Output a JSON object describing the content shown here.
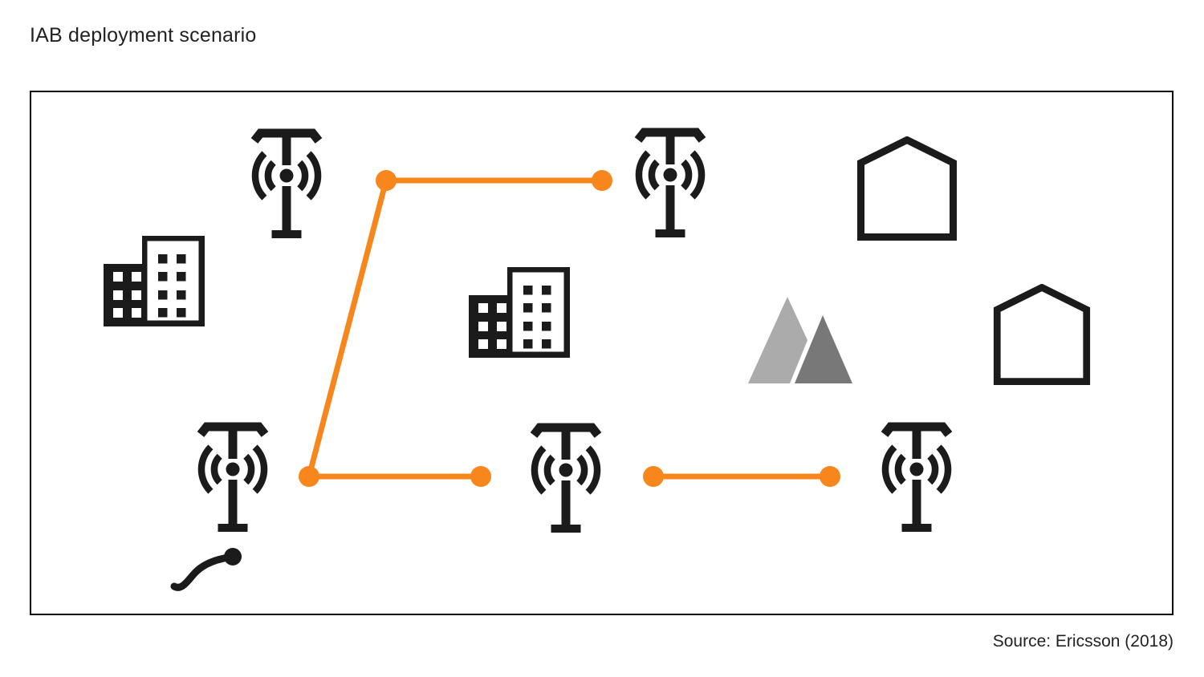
{
  "title": "IAB deployment scenario",
  "source": "Source: Ericsson (2018)",
  "colors": {
    "accent_orange": "#F7871D",
    "icon_black": "#1B1B1B",
    "mountain_light": "#ABABAB",
    "mountain_dark": "#787878",
    "panel_border": "#000000",
    "text": "#222222"
  },
  "icons": [
    {
      "name": "cell-tower-icon",
      "count": 5
    },
    {
      "name": "office-building-icon",
      "count": 2
    },
    {
      "name": "house-icon",
      "count": 2
    },
    {
      "name": "mountains-icon",
      "count": 1
    },
    {
      "name": "fiber-cable-icon",
      "count": 1
    },
    {
      "name": "backhaul-link-line",
      "count": 4
    },
    {
      "name": "link-node-dot",
      "count": 6
    }
  ]
}
